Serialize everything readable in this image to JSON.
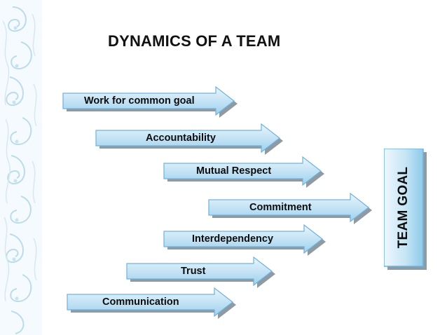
{
  "slide": {
    "title": "DYNAMICS OF A TEAM"
  },
  "arrows": [
    {
      "label": "Work for common goal"
    },
    {
      "label": "Accountability"
    },
    {
      "label": "Mutual Respect"
    },
    {
      "label": "Commitment"
    },
    {
      "label": "Interdependency"
    },
    {
      "label": "Trust"
    },
    {
      "label": "Communication"
    }
  ],
  "goal": {
    "label": "TEAM GOAL"
  },
  "colors": {
    "arrow_fill_top": "#eaf5fc",
    "arrow_fill_bottom": "#9ed1ee",
    "arrow_stroke": "#6fb2dd",
    "shadow": "#8f9aa3",
    "border_swirl": "#bcdcea"
  }
}
